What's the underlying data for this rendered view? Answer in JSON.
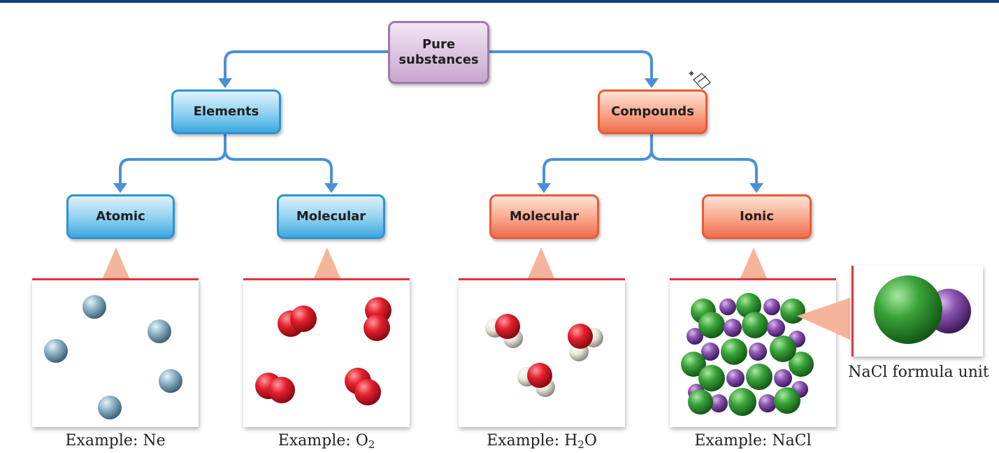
{
  "root": {
    "label_line1": "Pure",
    "label_line2": "substances"
  },
  "elements": {
    "label": "Elements"
  },
  "compounds": {
    "label": "Compounds"
  },
  "leaves": {
    "atomic": {
      "label": "Atomic",
      "caption": "Example: Ne"
    },
    "element_molecular": {
      "label": "Molecular",
      "caption_prefix": "Example: O",
      "caption_sub": "2"
    },
    "compound_molecular": {
      "label": "Molecular",
      "caption_prefix": "Example: H",
      "caption_sub": "2",
      "caption_suffix": "O"
    },
    "ionic": {
      "label": "Ionic",
      "caption": "Example: NaCl"
    }
  },
  "formula_unit": {
    "caption": "NaCl formula unit"
  },
  "colors": {
    "top_bar": "#0d3a82",
    "connector": "#4a90d9",
    "element_box": "#3fa8df",
    "compound_box": "#f06f4c",
    "root_box": "#c9a6cf",
    "panel_rule": "#e0353b",
    "pointer": "#f5b59a",
    "neon_atom": "#8fb4c6",
    "oxygen_atom": "#e3202e",
    "hydrogen_atom": "#e8e6dc",
    "chloride_ion": "#3aa33a",
    "sodium_ion": "#8a52b0"
  }
}
